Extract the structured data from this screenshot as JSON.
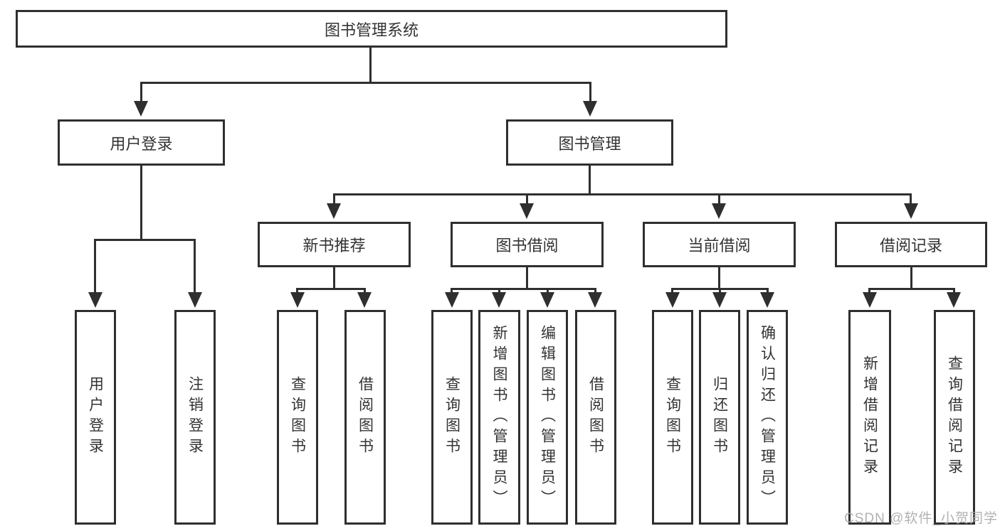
{
  "diagram": {
    "type": "hierarchy-tree",
    "background_color": "#ffffff",
    "line_color": "#2f2f2f",
    "text_color": "#333333",
    "nodes": {
      "root": {
        "label": "图书管理系统"
      },
      "user_login": {
        "label": "用户登录"
      },
      "book_mgmt": {
        "label": "图书管理"
      },
      "user_login_leaf": {
        "label": "用户登录"
      },
      "logout_leaf": {
        "label": "注销登录"
      },
      "new_book_rec": {
        "label": "新书推荐"
      },
      "book_borrow": {
        "label": "图书借阅"
      },
      "current_borrow": {
        "label": "当前借阅"
      },
      "borrow_record": {
        "label": "借阅记录"
      },
      "query_book_1": {
        "label": "查询图书"
      },
      "borrow_book_1": {
        "label": "借阅图书"
      },
      "query_book_2": {
        "label": "查询图书"
      },
      "add_book": {
        "label": "新增图书（管理员）"
      },
      "edit_book": {
        "label": "编辑图书（管理员）"
      },
      "borrow_book_2": {
        "label": "借阅图书"
      },
      "query_book_3": {
        "label": "查询图书"
      },
      "return_book": {
        "label": "归还图书"
      },
      "confirm_return": {
        "label": "确认归还（管理员）"
      },
      "add_borrow_record": {
        "label": "新增借阅记录"
      },
      "query_borrow_record": {
        "label": "查询借阅记录"
      }
    },
    "edges": [
      [
        "root",
        "user_login"
      ],
      [
        "root",
        "book_mgmt"
      ],
      [
        "user_login",
        "user_login_leaf"
      ],
      [
        "user_login",
        "logout_leaf"
      ],
      [
        "book_mgmt",
        "new_book_rec"
      ],
      [
        "book_mgmt",
        "book_borrow"
      ],
      [
        "book_mgmt",
        "current_borrow"
      ],
      [
        "book_mgmt",
        "borrow_record"
      ],
      [
        "new_book_rec",
        "query_book_1"
      ],
      [
        "new_book_rec",
        "borrow_book_1"
      ],
      [
        "book_borrow",
        "query_book_2"
      ],
      [
        "book_borrow",
        "add_book"
      ],
      [
        "book_borrow",
        "edit_book"
      ],
      [
        "book_borrow",
        "borrow_book_2"
      ],
      [
        "current_borrow",
        "query_book_3"
      ],
      [
        "current_borrow",
        "return_book"
      ],
      [
        "current_borrow",
        "confirm_return"
      ],
      [
        "borrow_record",
        "add_borrow_record"
      ],
      [
        "borrow_record",
        "query_borrow_record"
      ]
    ],
    "watermark": {
      "text": "CSDN @软件_小贺同学",
      "color": "#a8a8a8"
    }
  }
}
